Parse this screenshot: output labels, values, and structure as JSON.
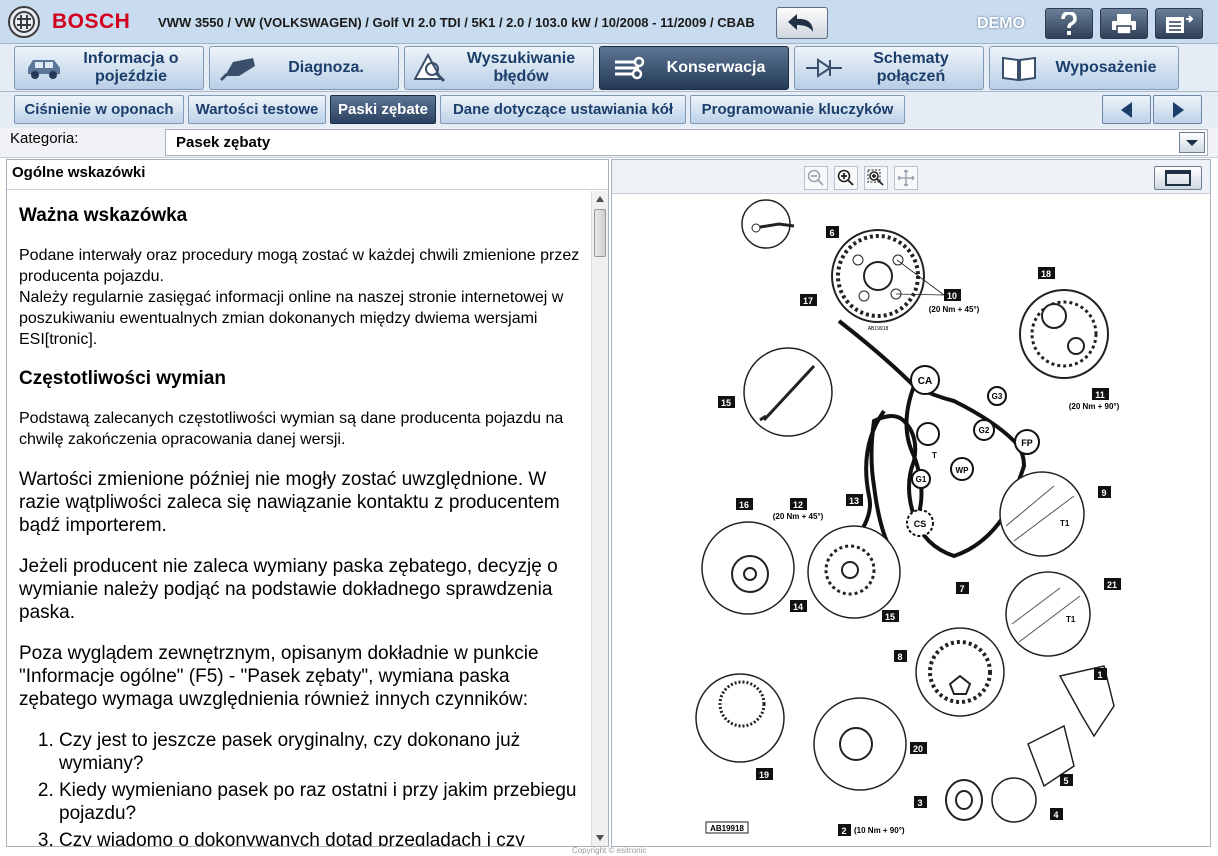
{
  "header": {
    "brand": "BOSCH",
    "vehicle": "VWW 3550 / VW (VOLKSWAGEN) / Golf VI 2.0 TDI / 5K1 / 2.0 / 103.0 kW / 10/2008 - 11/2009 / CBAB",
    "mode": "DEMO"
  },
  "main_nav": [
    {
      "label": "Informacja o pojeździe",
      "icon": "car-icon"
    },
    {
      "label": "Diagnoza.",
      "icon": "diagnostic-plug-icon"
    },
    {
      "label": "Wyszukiwanie błędów",
      "icon": "warning-search-icon"
    },
    {
      "label": "Konserwacja",
      "icon": "wrench-icon",
      "active": true
    },
    {
      "label": "Schematy połączeń",
      "icon": "circuit-icon"
    },
    {
      "label": "Wyposażenie",
      "icon": "book-icon"
    }
  ],
  "sub_nav": [
    {
      "label": "Ciśnienie w oponach"
    },
    {
      "label": "Wartości testowe"
    },
    {
      "label": "Paski zębate",
      "active": true
    },
    {
      "label": "Dane dotyczące ustawiania kół"
    },
    {
      "label": "Programowanie kluczyków"
    }
  ],
  "category": {
    "label": "Kategoria:",
    "value": "Pasek zębaty"
  },
  "left_panel": {
    "title": "Ogólne wskazówki",
    "heading1": "Ważna wskazówka",
    "para1": "Podane interwały oraz procedury mogą zostać w każdej chwili zmienione przez producenta pojazdu.",
    "para1b": "Należy regularnie zasięgać informacji online na naszej stronie internetowej w poszukiwaniu ewentualnych zmian dokonanych między dwiema wersjami ESI[tronic].",
    "heading2": "Częstotliwości wymian",
    "para2": "Podstawą zalecanych częstotliwości wymian są dane producenta pojazdu na chwilę zakończenia opracowania danej wersji.",
    "para3": "Wartości zmienione później nie mogły zostać uwzględnione. W razie wątpliwości zaleca się nawiązanie kontaktu z producentem bądź importerem.",
    "para4": "Jeżeli producent nie zaleca wymiany paska zębatego, decyzję o wymianie należy podjąć na podstawie dokładnego sprawdzenia paska.",
    "para5": "Poza wyglądem zewnętrznym, opisanym dokładnie w punkcie \"Informacje ogólne\" (F5) - \"Pasek zębaty\", wymiana paska zębatego wymaga uwzględnienia również innych czynników:",
    "list": [
      "Czy jest to jeszcze pasek oryginalny, czy dokonano już wymiany?",
      "Kiedy wymieniano pasek po raz ostatni i przy jakim przebiegu pojazdu?",
      "Czy wiadomo o dokonywanych dotąd przeglądach i czy"
    ]
  },
  "diagram": {
    "ref_code": "AB19918",
    "small_code": "AB19918",
    "torque_a": "(20 Nm + 45°)",
    "torque_b": "(20 Nm + 90°)",
    "torque_c": "(20 Nm + 45°)",
    "torque_d": "(10 Nm + 90°)",
    "labels": {
      "n1": "1",
      "n2": "2",
      "n3": "3",
      "n5": "5",
      "n6": "6",
      "n7": "7",
      "n8": "8",
      "n9": "9",
      "n10": "10",
      "n11": "11",
      "n12": "12",
      "n13": "13",
      "n14": "14",
      "n15a": "15",
      "n15b": "15",
      "n16": "16",
      "n17": "17",
      "n18": "18",
      "n19": "19",
      "n20": "20",
      "n21": "21",
      "n4": "4"
    },
    "circles": {
      "ca": "CA",
      "g3": "G3",
      "g2": "G2",
      "fp": "FP",
      "t": "T",
      "g1": "G1",
      "wp": "WP",
      "cs": "CS",
      "t1a": "T1",
      "t1b": "T1"
    }
  },
  "footer": {
    "copyright": "Copyright © esitronic"
  }
}
